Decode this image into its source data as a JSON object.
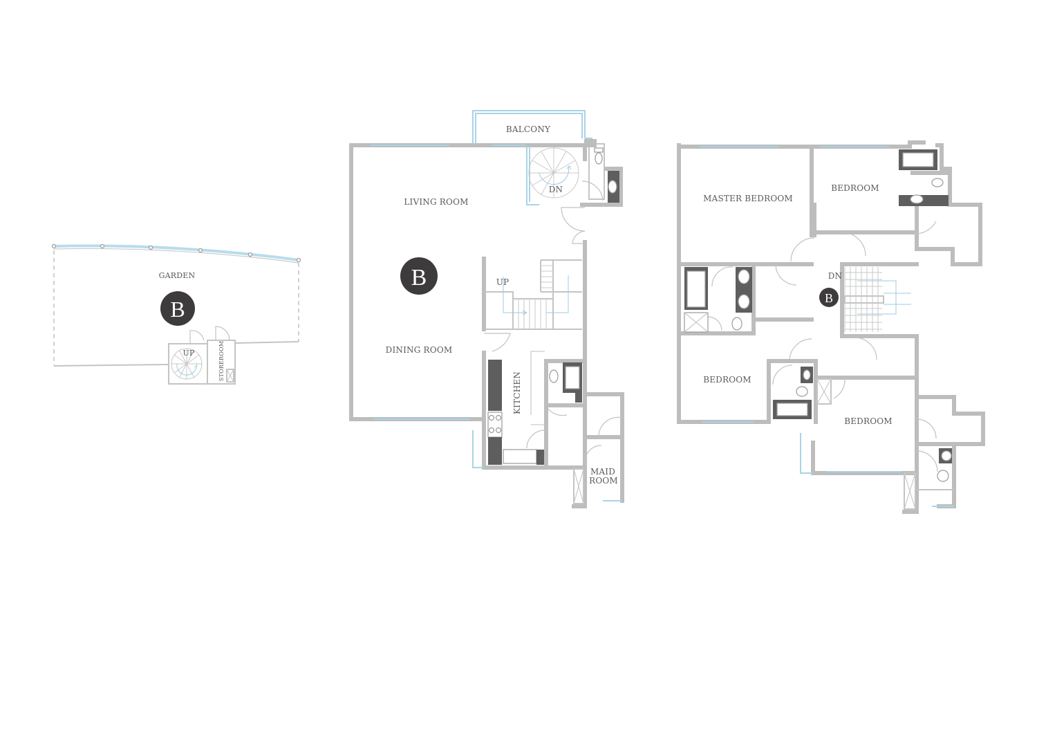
{
  "colors": {
    "wall": "#bdbdbd",
    "glazing": "#a9d3e6",
    "fixture": "#5e5e5e",
    "badge": "#3d3b3b",
    "label": "#5a5a5a"
  },
  "plans": {
    "garden_level": {
      "badge": "B",
      "labels": {
        "garden": "GARDEN",
        "up": "UP",
        "storeroom": "STOREROOM"
      }
    },
    "main_level": {
      "badge": "B",
      "labels": {
        "balcony": "BALCONY",
        "dn": "DN",
        "living_room": "LIVING ROOM",
        "up": "UP",
        "dining_room": "DINING ROOM",
        "kitchen": "KITCHEN",
        "maid_room_line1": "MAID",
        "maid_room_line2": "ROOM"
      }
    },
    "upper_level": {
      "badge": "B",
      "labels": {
        "master_bedroom": "MASTER BEDROOM",
        "bedroom_ne": "BEDROOM",
        "dn": "DN",
        "bedroom_sw": "BEDROOM",
        "bedroom_se": "BEDROOM"
      }
    }
  }
}
